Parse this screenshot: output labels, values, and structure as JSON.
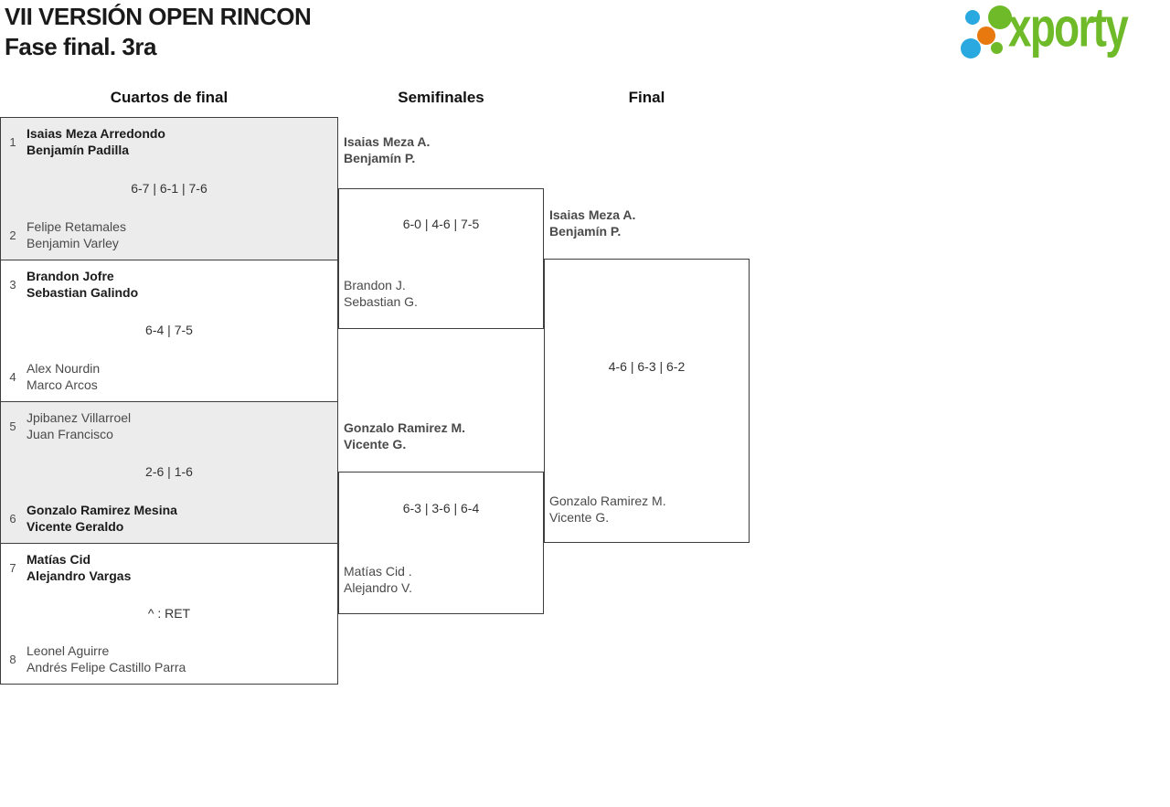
{
  "header": {
    "title_line1": "VII VERSIÓN OPEN RINCON",
    "title_line2": "Fase final. 3ra",
    "logo_text": "xporty"
  },
  "colors": {
    "logo_green": "#6fba28",
    "logo_blue": "#29a9e0",
    "logo_orange": "#e8790f",
    "box_border": "#3d3d3d",
    "shaded_row_bg": "#ececec",
    "winner_text": "#1b1b1b",
    "loser_text": "#4a4a4a",
    "score_text": "#333333"
  },
  "rounds": {
    "quarterfinals_label": "Cuartos de final",
    "semifinals_label": "Semifinales",
    "final_label": "Final"
  },
  "bracket": {
    "quarterfinals": [
      {
        "top": {
          "seed": "1",
          "players": [
            "Isaias Meza Arredondo",
            "Benjamín Padilla"
          ],
          "winner": true
        },
        "score": "6-7 | 6-1 | 7-6",
        "bottom": {
          "seed": "2",
          "players": [
            "Felipe Retamales",
            "Benjamin Varley"
          ],
          "winner": false
        }
      },
      {
        "top": {
          "seed": "3",
          "players": [
            "Brandon Jofre",
            "Sebastian Galindo"
          ],
          "winner": true
        },
        "score": "6-4 | 7-5",
        "bottom": {
          "seed": "4",
          "players": [
            "Alex Nourdin",
            "Marco Arcos"
          ],
          "winner": false
        }
      },
      {
        "top": {
          "seed": "5",
          "players": [
            "Jpibanez Villarroel",
            "Juan Francisco"
          ],
          "winner": false
        },
        "score": "2-6 | 1-6",
        "bottom": {
          "seed": "6",
          "players": [
            "Gonzalo Ramirez Mesina",
            "Vicente Geraldo"
          ],
          "winner": true
        }
      },
      {
        "top": {
          "seed": "7",
          "players": [
            "Matías Cid",
            "Alejandro Vargas"
          ],
          "winner": true
        },
        "score": "^ : RET",
        "bottom": {
          "seed": "8",
          "players": [
            "Leonel Aguirre",
            "Andrés Felipe Castillo Parra"
          ],
          "winner": false
        }
      }
    ],
    "semifinals": [
      {
        "top": {
          "players": [
            "Isaias Meza A.",
            "Benjamín P."
          ],
          "winner": true
        },
        "score": "6-0 | 4-6 | 7-5",
        "bottom": {
          "players": [
            "Brandon J.",
            "Sebastian G."
          ],
          "winner": false
        }
      },
      {
        "top": {
          "players": [
            "Gonzalo Ramirez M.",
            "Vicente G."
          ],
          "winner": true
        },
        "score": "6-3 | 3-6 | 6-4",
        "bottom": {
          "players": [
            "Matías Cid .",
            "Alejandro V."
          ],
          "winner": false
        }
      }
    ],
    "final": {
      "top": {
        "players": [
          "Isaias Meza A.",
          "Benjamín P."
        ],
        "winner": true
      },
      "score": "4-6 | 6-3 | 6-2",
      "bottom": {
        "players": [
          "Gonzalo Ramirez M.",
          "Vicente G."
        ],
        "winner": false
      }
    }
  }
}
